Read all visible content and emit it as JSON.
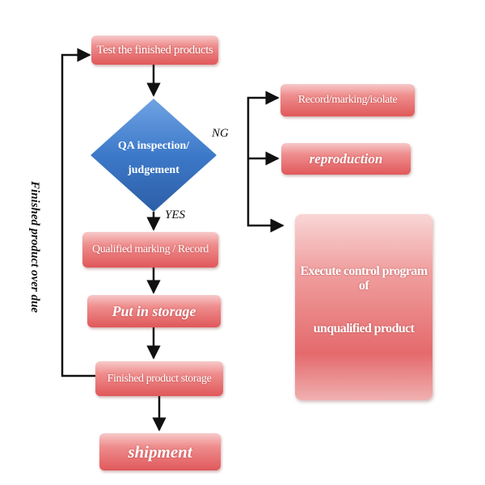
{
  "colors": {
    "box_fill": "#e8696b",
    "diamond_fill": "#3d79c9",
    "arrow": "#111111",
    "text": "#ffffff"
  },
  "nodes": {
    "test": "Test the finished products",
    "qa_line1": "QA inspection/",
    "qa_line2": "judgement",
    "qualified": "Qualified marking  / Record",
    "storage": "Put in storage",
    "finished_storage": "Finished product storage",
    "shipment": "shipment",
    "record_isolate": "Record/marking/isolate",
    "reproduction": "reproduction",
    "execute_line1": "Execute control program of",
    "execute_line2": "unqualified product"
  },
  "labels": {
    "ng": "NG",
    "yes": "YES",
    "overdue": "Finished product over due"
  }
}
